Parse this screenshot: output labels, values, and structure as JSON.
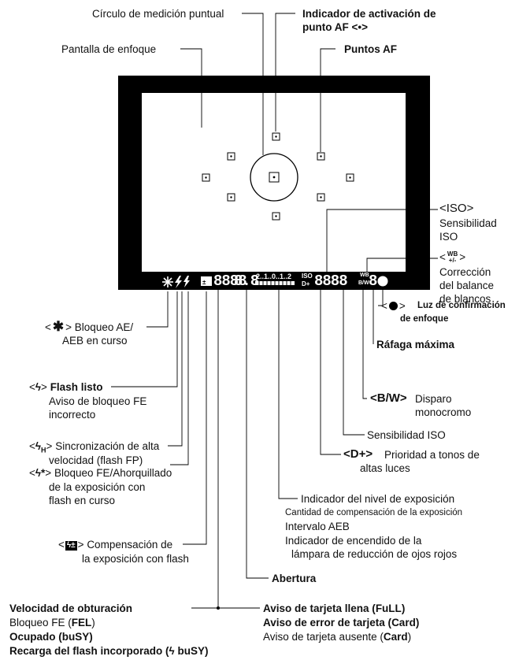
{
  "top": {
    "spot_circle": "Círculo de medición puntual",
    "af_indicator_l1": "Indicador de activación de",
    "af_indicator_l2": "punto AF <•>",
    "focus_screen": "Pantalla de enfoque",
    "af_points": "Puntos AF"
  },
  "right": {
    "iso_tag": "<ISO>",
    "iso_l1": "Sensibilidad",
    "iso_l2": "ISO",
    "wb_l1": "Corrección",
    "wb_l2": "del balance",
    "wb_l3": "de blancos",
    "focus_confirm_l1": "Luz de confirmación",
    "focus_confirm_l2": "de enfoque",
    "burst": "Ráfaga máxima",
    "bw_tag": "<B/W>",
    "bw_l1": "Disparo",
    "bw_l2": "monocromo",
    "iso_sens": "Sensibilidad ISO",
    "dplus_tag": "<D+>",
    "dplus_l1": "Prioridad a tonos de",
    "dplus_l2": "altas luces"
  },
  "left": {
    "ae_lock_l1": "Bloqueo AE/",
    "ae_lock_l2": "AEB en curso",
    "flash_ready": "Flash listo",
    "flash_ready_l2": "Aviso de bloqueo FE",
    "flash_ready_l3": "incorrecto",
    "hs_sync_l1": "Sincronización de alta",
    "hs_sync_l2": "velocidad (flash FP)",
    "fe_lock_l1": "Bloqueo FE/Ahorquillado",
    "fe_lock_l2": "de la exposición con",
    "fe_lock_l3": "flash en curso",
    "flash_comp_l1": "Compensación de",
    "flash_comp_l2": "la exposición con flash"
  },
  "center": {
    "exp_level": "Indicador del nivel de exposición",
    "exp_comp": "Cantidad de compensación de la exposición",
    "aeb": "Intervalo AEB",
    "redeye_l1": "Indicador de encendido de la",
    "redeye_l2": "lámpara de reducción de ojos rojos",
    "aperture": "Abertura"
  },
  "bottom": {
    "shutter": "Velocidad de obturación",
    "fe_lock_pre": "Bloqueo FE (",
    "fe_lock_code": "FEL",
    "busy_pre": "Ocupado (",
    "busy_code": "buSY",
    "recharge_pre": "Recarga del flash incorporado (",
    "recharge_code": "buSY",
    "full_pre": "Aviso de tarjeta llena (",
    "full_code": "FuLL",
    "card_err_pre": "Aviso de error de tarjeta (",
    "card_code": "Card",
    "card_none_pre": "Aviso de tarjeta ausente (",
    "card_none_code": "Card",
    "close_paren": ")"
  },
  "lcd": {
    "shutter_digits": "8888",
    "aperture_digits": "8.8",
    "iso_digits": "8888",
    "burst_digits": "8",
    "scale": "2..1..0..1..2",
    "iso_small": "ISO",
    "dplus_small": "D+",
    "wb_small": "WB",
    "bw_small": "B/W"
  }
}
